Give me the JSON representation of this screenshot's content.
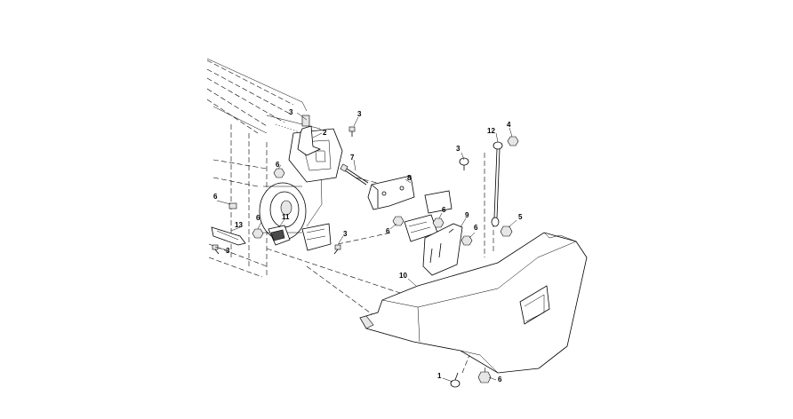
{
  "callouts": {
    "c1": "1",
    "c2": "2",
    "c3a": "3",
    "c3b": "3",
    "c3c": "3",
    "c3d": "3",
    "c3e": "3",
    "c4": "4",
    "c5": "5",
    "c6a": "6",
    "c6b": "6",
    "c6c": "6",
    "c6d": "6",
    "c6e": "6",
    "c6f": "6",
    "c6g": "6",
    "c7": "7",
    "c8": "8",
    "c9": "9",
    "c10": "10",
    "c11": "11",
    "c12": "12",
    "c13": "13"
  },
  "colors": {
    "line": "#000000",
    "background": "#ffffff",
    "shade": "#e6e6e6"
  }
}
